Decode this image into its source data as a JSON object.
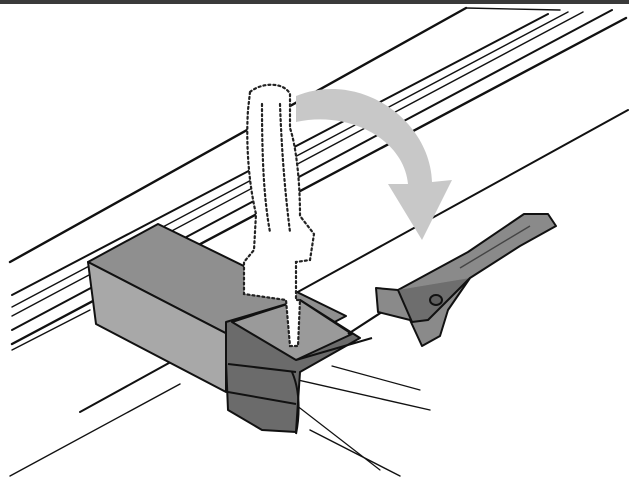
{
  "figure": {
    "kind": "technical-illustration",
    "subject": [
      "rail-profile",
      "end-cap",
      "screwdriver",
      "tool-handle-ghost",
      "rotation-arrow"
    ],
    "colors": {
      "line": "#111111",
      "cap_top": "#8c8c8c",
      "cap_side": "#a9a9a9",
      "cap_dark": "#5a5a5a",
      "arrow": "#c9c9c9",
      "tool": "#808080",
      "border": "#3a3a3a"
    }
  }
}
